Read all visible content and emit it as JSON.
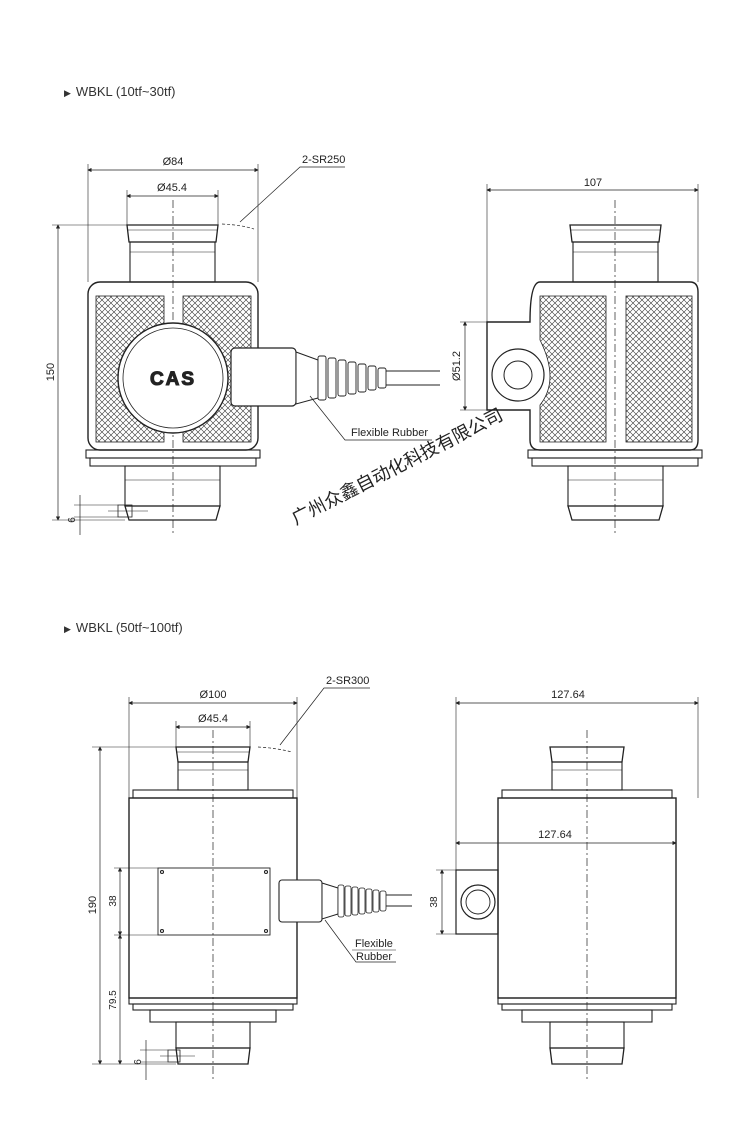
{
  "section1": {
    "marker": "▶",
    "title": "WBKL (10tf~30tf)",
    "front": {
      "dia_outer": "Ø84",
      "dia_inner": "Ø45.4",
      "radius": "2-SR250",
      "height": "150",
      "offset": "6",
      "logo": "CAS",
      "cable_label": "Flexible Rubber"
    },
    "side": {
      "width": "107",
      "dia_hole": "Ø51.2"
    }
  },
  "section2": {
    "marker": "▶",
    "title": "WBKL (50tf~100tf)",
    "front": {
      "dia_outer": "Ø100",
      "dia_inner": "Ø45.4",
      "radius": "2-SR300",
      "height": "190",
      "plate_h": "38",
      "lower_h": "79.5",
      "offset": "6",
      "cable_label_1": "Flexible",
      "cable_label_2": "Rubber"
    },
    "side": {
      "width_top": "127.64",
      "width_mid": "127.64",
      "boss_h": "38"
    }
  },
  "watermark": "广州众鑫自动化科技有限公司"
}
